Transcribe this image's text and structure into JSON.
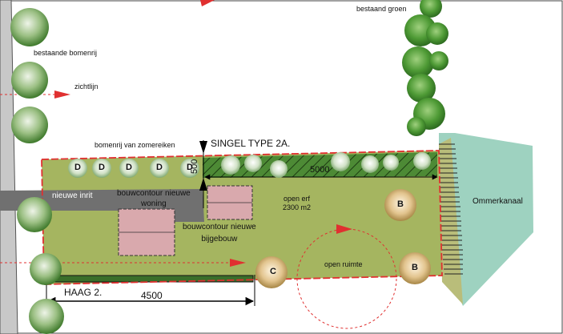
{
  "labels": {
    "bestaand_groen": "bestaand groen",
    "bestaande_bomenrij": "bestaande bomenrij",
    "zichtlijn": "zichtlijn",
    "bomenrij_zomereiken": "bomenrij van  zomereiken",
    "singel": "SINGEL TYPE 2A.",
    "dim_500": "500",
    "dim_5000": "5000",
    "nieuwe_inrit": "nieuwe inrit",
    "bouwcontour_woning": "bouwcontour nieuwe\nwoning",
    "bouwcontour_bijgebouw": "bouwcontour nieuwe\nbijgebouw",
    "open_erf": "open erf\n2300 m2",
    "ommerkanaal": "Ommerkanaal",
    "open_ruimte": "open ruimte",
    "haag": "HAAG 2.",
    "dim_4500": "4500"
  },
  "tree_letters": {
    "d1": "D",
    "d2": "D",
    "d3": "D",
    "d4": "D",
    "d5": "D",
    "b1": "B",
    "b2": "B",
    "c1": "C"
  },
  "colors": {
    "lawn": "#a5b560",
    "driveway": "#707070",
    "building": "#d9a9ad",
    "canal": "#9ed2c0",
    "boundary": "#e03030",
    "hedge": "#4d8a35",
    "existing_tree": "#5a9a3c",
    "new_oak": "#cfe0c4",
    "new_tree": "#d8b880"
  }
}
